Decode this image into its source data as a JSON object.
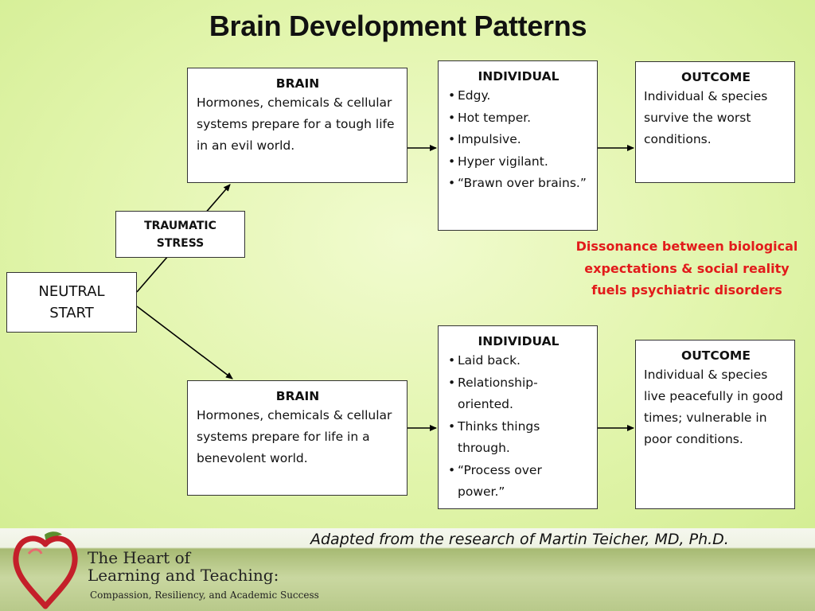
{
  "title": "Brain Development Patterns",
  "neutral_start": {
    "line1": "NEUTRAL",
    "line2": "START"
  },
  "traumatic_stress": {
    "line1": "TRAUMATIC",
    "line2": "STRESS"
  },
  "top_path": {
    "brain": {
      "heading": "BRAIN",
      "text": "Hormones, chemicals & cellular systems prepare for a tough life in an evil world."
    },
    "individual": {
      "heading": "INDIVIDUAL",
      "items": [
        "Edgy.",
        "Hot temper.",
        "Impulsive.",
        "Hyper vigilant.",
        "“Brawn over brains.”"
      ]
    },
    "outcome": {
      "heading": "OUTCOME",
      "text": "Individual & species survive the worst conditions."
    }
  },
  "bottom_path": {
    "brain": {
      "heading": "BRAIN",
      "text": "Hormones, chemicals & cellular systems prepare for life in a benevolent world."
    },
    "individual": {
      "heading": "INDIVIDUAL",
      "items": [
        "Laid back.",
        "Relationship-oriented.",
        "Thinks things through.",
        "“Process over power.”"
      ]
    },
    "outcome": {
      "heading": "OUTCOME",
      "text": "Individual & species live peacefully in good times; vulnerable in poor conditions."
    }
  },
  "dissonance_note": "Dissonance between biological expectations & social reality fuels psychiatric disorders",
  "credit": "Adapted from the research of Martin Teicher, MD, Ph.D.",
  "logo": {
    "line1": "The Heart of",
    "line2": "Learning and Teaching:",
    "line3": "Compassion, Resiliency, and Academic Success",
    "icon": "apple-heart-icon"
  },
  "colors": {
    "background": "#e2f5ad",
    "note": "#e21b1b",
    "box_border": "#333333"
  }
}
